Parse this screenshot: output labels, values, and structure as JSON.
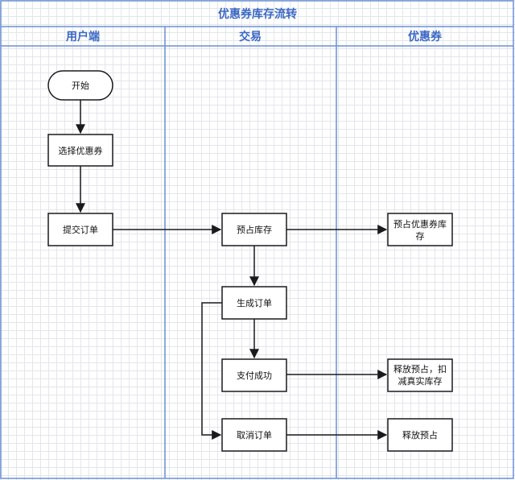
{
  "title": "优惠券库存流转",
  "lanes": [
    {
      "id": "lane-user",
      "label": "用户端"
    },
    {
      "id": "lane-trade",
      "label": "交易"
    },
    {
      "id": "lane-coupon",
      "label": "优惠券"
    }
  ],
  "nodes": {
    "start": {
      "lines": [
        "开始"
      ]
    },
    "select_coupon": {
      "lines": [
        "选择优惠券"
      ]
    },
    "submit_order": {
      "lines": [
        "提交订单"
      ]
    },
    "pre_occupy": {
      "lines": [
        "预占库存"
      ]
    },
    "pre_occupy_coupon": {
      "lines": [
        "预占优惠券库",
        "存"
      ]
    },
    "create_order": {
      "lines": [
        "生成订单"
      ]
    },
    "pay_success": {
      "lines": [
        "支付成功"
      ]
    },
    "release_deduct": {
      "lines": [
        "释放预占，扣",
        "减真实库存"
      ]
    },
    "cancel_order": {
      "lines": [
        "取消订单"
      ]
    },
    "release_pre": {
      "lines": [
        "释放预占"
      ]
    }
  },
  "colors": {
    "frame": "#6b8fd6",
    "title_text": "#3a67c4",
    "node_border": "#1a1a1a",
    "arrow": "#1a1a1a",
    "grid": "#e3e6ea"
  }
}
